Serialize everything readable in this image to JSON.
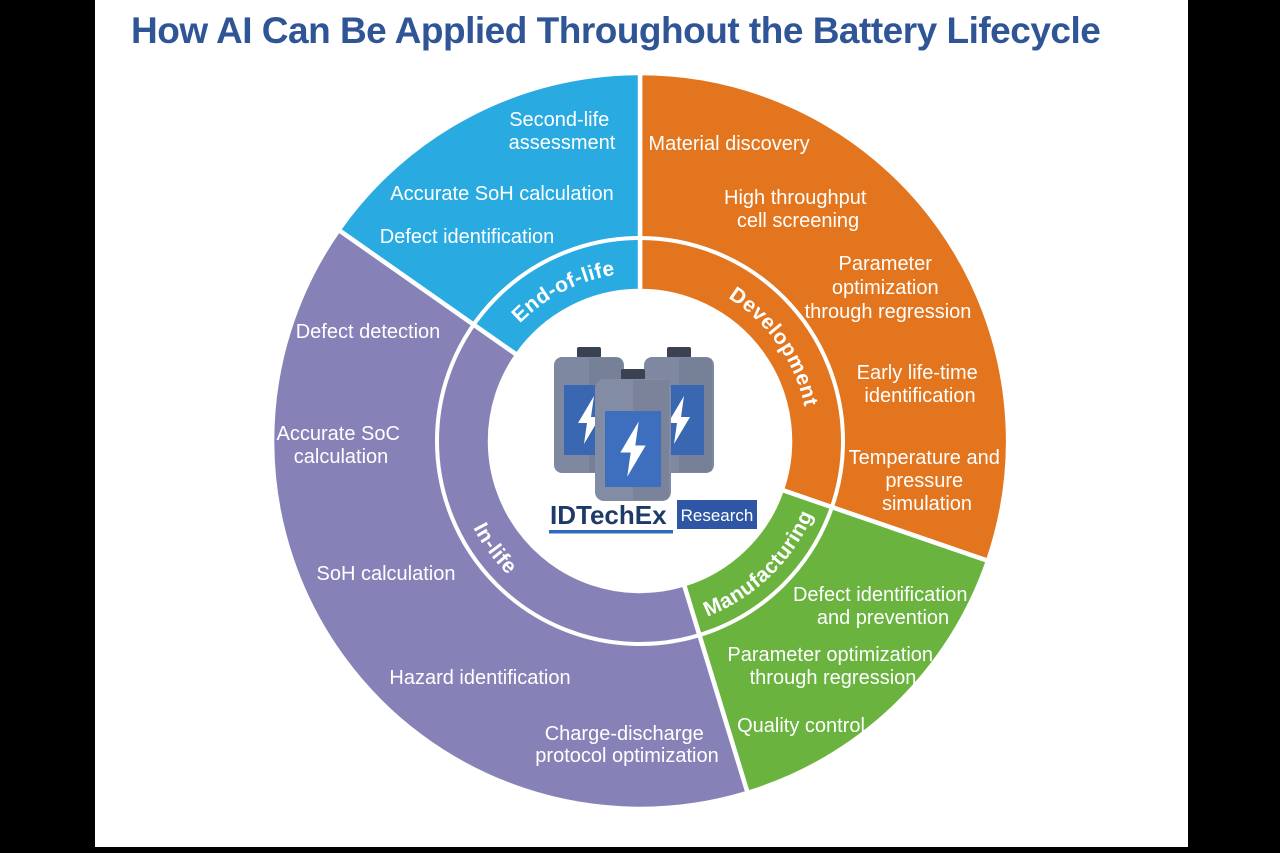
{
  "page": {
    "title": "How AI Can Be Applied Throughout the Battery Lifecycle"
  },
  "colors": {
    "title_text": "#2F5597",
    "development": "#E2751D",
    "manufacturing": "#69B33E",
    "in_life": "#8682B8",
    "end_of_life": "#29ABE2",
    "item_text": "#FFFFFF",
    "logo_navy": "#1E3A68",
    "logo_underline": "#2F6BBF",
    "logo_research_bg": "#2E56A4",
    "frame": "#000000"
  },
  "logo": {
    "brand": "IDTechEx",
    "suffix": "Research"
  },
  "segments": [
    {
      "label": "Development",
      "color": "#E2751D",
      "items": [
        {
          "lines": [
            "Material discovery"
          ]
        },
        {
          "lines": [
            "High throughput",
            "cell screening"
          ]
        },
        {
          "lines": [
            "Parameter",
            "optimization",
            "through regression"
          ]
        },
        {
          "lines": [
            "Early life-time",
            "identification"
          ]
        },
        {
          "lines": [
            "Temperature and",
            "pressure",
            "simulation"
          ]
        }
      ]
    },
    {
      "label": "Manufacturing",
      "color": "#69B33E",
      "items": [
        {
          "lines": [
            "Defect identification",
            "and prevention"
          ]
        },
        {
          "lines": [
            "Parameter optimization",
            "through regression"
          ]
        },
        {
          "lines": [
            "Quality control"
          ]
        }
      ]
    },
    {
      "label": "In-life",
      "color": "#8682B8",
      "items": [
        {
          "lines": [
            "Defect detection"
          ]
        },
        {
          "lines": [
            "Accurate SoC",
            "calculation"
          ]
        },
        {
          "lines": [
            "SoH calculation"
          ]
        },
        {
          "lines": [
            "Hazard identification"
          ]
        },
        {
          "lines": [
            "Charge-discharge",
            "protocol optimization"
          ]
        }
      ]
    },
    {
      "label": "End-of-life",
      "color": "#29ABE2",
      "items": [
        {
          "lines": [
            "Second-life",
            "assessment"
          ]
        },
        {
          "lines": [
            "Accurate SoH calculation"
          ]
        },
        {
          "lines": [
            "Defect identification"
          ]
        }
      ]
    }
  ]
}
